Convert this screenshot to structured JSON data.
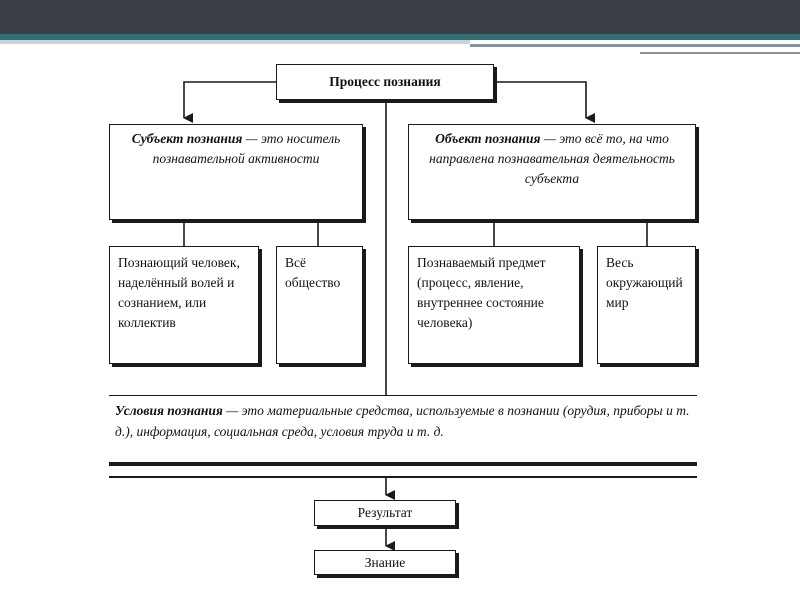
{
  "diagram": {
    "process": "Процесс познания",
    "subject": {
      "term": "Субъект познания",
      "definition": "— это носитель познавательной активности"
    },
    "object": {
      "term": "Объект познания",
      "definition": "— это всё то, на что направлена познавательная деятельность субъекта"
    },
    "subject_examples": [
      "Познающий человек, наделённый волей и сознанием, или коллектив",
      "Всё общество"
    ],
    "object_examples": [
      "Познаваемый предмет (процесс, явление, внутреннее состояние человека)",
      "Весь окружающий мир"
    ],
    "conditions": {
      "term": "Условия познания",
      "definition": "— это материальные средства, используемые в познании (орудия, приборы и т. д.), информация, социальная среда, условия труда и т. д."
    },
    "result": "Результат",
    "knowledge": "Знание"
  },
  "colors": {
    "header_bar": "#3b3f45",
    "accent_stripe": "#2f6f73",
    "line": "#1a1a1a"
  }
}
